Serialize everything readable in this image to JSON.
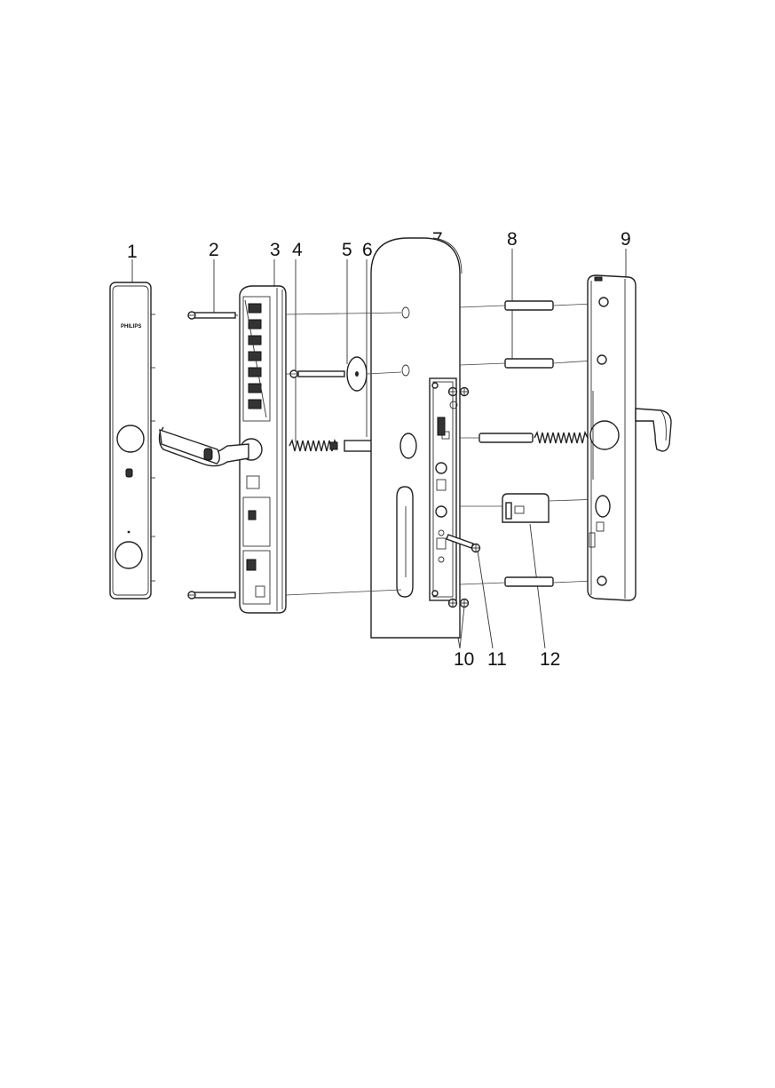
{
  "diagram": {
    "brand_mark": "PHILIPS",
    "callouts": [
      "1",
      "2",
      "3",
      "4",
      "5",
      "6",
      "7",
      "8",
      "9",
      "10",
      "11",
      "12"
    ]
  }
}
